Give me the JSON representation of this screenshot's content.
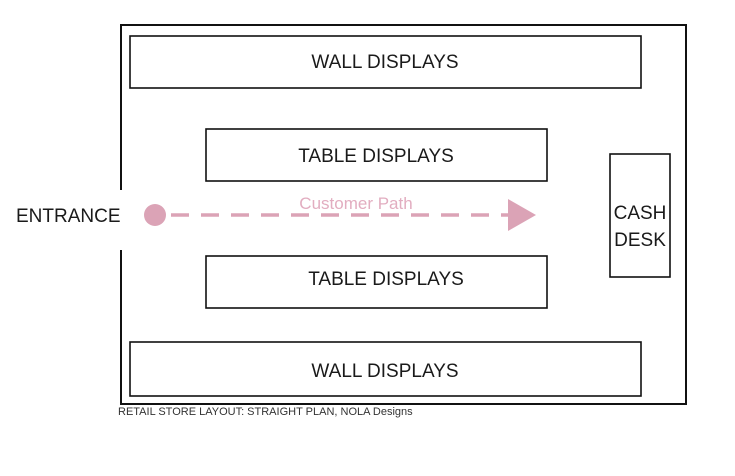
{
  "colors": {
    "outline": "#111111",
    "path_accent": "#dba3b6",
    "path_text": "#e2adc0"
  },
  "labels": {
    "wall_top": "WALL DISPLAYS",
    "table_top": "TABLE DISPLAYS",
    "table_bottom": "TABLE DISPLAYS",
    "wall_bottom": "WALL DISPLAYS",
    "cash_desk_line1": "CASH",
    "cash_desk_line2": "DESK",
    "entrance": "ENTRANCE",
    "customer_path": "Customer Path"
  },
  "caption": "RETAIL STORE LAYOUT: STRAIGHT PLAN, NOLA Designs"
}
